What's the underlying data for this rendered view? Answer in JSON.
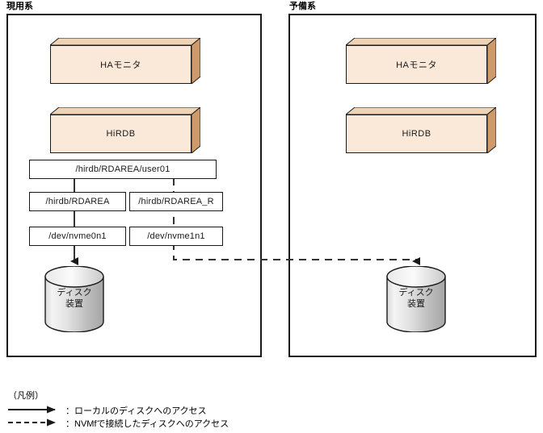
{
  "diagram": {
    "systems": [
      {
        "id": "active",
        "label": "現用系",
        "components": [
          {
            "name": "ha-monitor",
            "label": "HAモニタ"
          },
          {
            "name": "hirdb",
            "label": "HiRDB"
          }
        ],
        "path_boxes": [
          {
            "name": "rdarea-user01",
            "label": "/hirdb/RDAREA/user01"
          },
          {
            "name": "rdarea-local",
            "label": "/hirdb/RDAREA"
          },
          {
            "name": "rdarea-remote",
            "label": "/hirdb/RDAREA_R"
          },
          {
            "name": "nvme0n1",
            "label": "/dev/nvme0n1"
          },
          {
            "name": "nvme1n1",
            "label": "/dev/nvme1n1"
          }
        ],
        "disk": {
          "name": "disk-device",
          "line1": "ディスク",
          "line2": "装置"
        }
      },
      {
        "id": "standby",
        "label": "予備系",
        "components": [
          {
            "name": "ha-monitor",
            "label": "HAモニタ"
          },
          {
            "name": "hirdb",
            "label": "HiRDB"
          }
        ],
        "path_boxes": [],
        "disk": {
          "name": "disk-device",
          "line1": "ディスク",
          "line2": "装置"
        }
      }
    ],
    "legend": {
      "title": "（凡例）",
      "entries": [
        {
          "name": "local-access",
          "style": "solid",
          "label": "：ローカルのディスクへのアクセス"
        },
        {
          "name": "nvmf-access",
          "style": "dashed",
          "label": "：NVMfで接続したディスクへのアクセス"
        }
      ]
    },
    "colors": {
      "box_front": "#fae8d8",
      "box_top": "#eed3b5",
      "box_side": "#cd9a6c",
      "outline": "#1a1a1a",
      "disk_light": "#f2f2f2",
      "disk_dark": "#9e9e9e",
      "line": "#333333"
    }
  }
}
